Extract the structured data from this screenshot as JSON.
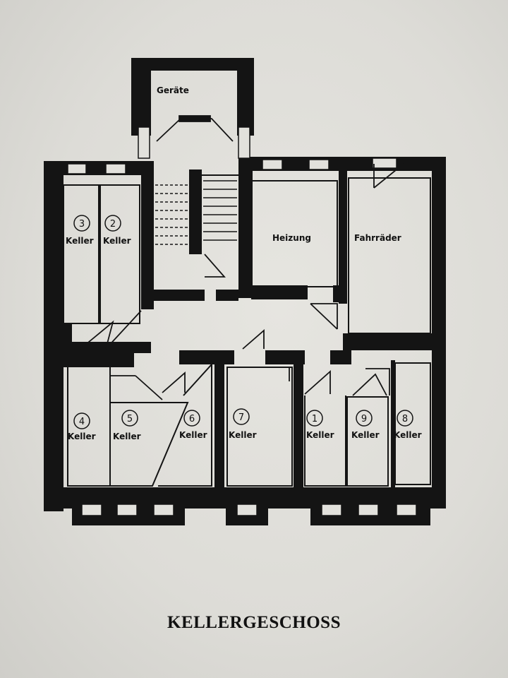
{
  "title": "KELLERGESCHOSS",
  "rooms": {
    "geraete": "Geräte",
    "heizung": "Heizung",
    "fahrraeder": "Fahrräder",
    "keller_label": "Keller"
  },
  "cellars": [
    {
      "number": "3",
      "label": "Keller"
    },
    {
      "number": "2",
      "label": "Keller"
    },
    {
      "number": "4",
      "label": "Keller"
    },
    {
      "number": "5",
      "label": "Keller"
    },
    {
      "number": "6",
      "label": "Keller"
    },
    {
      "number": "7",
      "label": "Keller"
    },
    {
      "number": "1",
      "label": "Keller"
    },
    {
      "number": "9",
      "label": "Keller"
    },
    {
      "number": "8",
      "label": "Keller"
    }
  ]
}
